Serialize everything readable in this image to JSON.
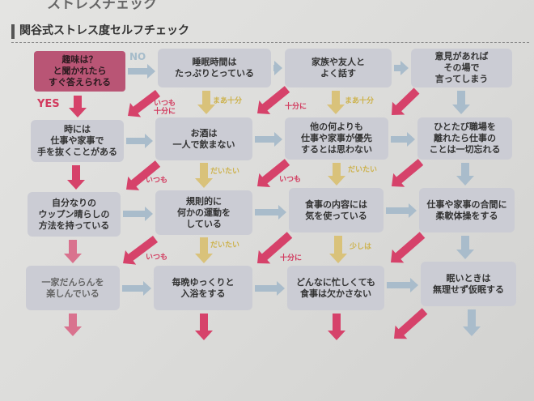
{
  "header": {
    "page_title": "ストレスチェック",
    "section_title": "関谷式ストレス度セルフチェック"
  },
  "nodes": {
    "r1": [
      "趣味は？\nと聞かれたら\nすぐ答えられる",
      "睡眠時間は\nたっぷりとっている",
      "家族や友人と\nよく話す",
      "意見があれば\nその場で\n言ってしまう"
    ],
    "r2": [
      "時には\n仕事や家事で\n手を抜くことがある",
      "お酒は\n一人で飲まない",
      "他の何よりも\n仕事や家事が優先\nするとは思わない",
      "ひとたび職場を\n離れたら仕事の\nことは一切忘れる"
    ],
    "r3": [
      "自分なりの\nウップン晴らしの\n方法を持っている",
      "規則的に\n何かの運動を\nしている",
      "食事の内容には\n気を使っている",
      "仕事や家事の合間に\n柔軟体操をする"
    ],
    "r4": [
      "一家だんらんを\n楽しんでいる",
      "毎晩ゆっくりと\n入浴をする",
      "どんなに忙しくても\n食事は欠かさない",
      "眠いときは\n無理せず仮眠する"
    ]
  },
  "labels": {
    "no": "NO",
    "yes": "YES",
    "r1": {
      "c2_diag": "いつも\n十分に",
      "c2_down": "まあ十分",
      "c3_diag": "十分に",
      "c3_down": "まあ十分"
    },
    "r2": {
      "c2_diag": "いつも",
      "c2_down": "だいたい",
      "c3_diag": "いつも",
      "c3_down": "だいたい"
    },
    "r3": {
      "c2_diag": "いつも",
      "c2_down": "だいたい",
      "c3_diag": "十分に",
      "c3_down": "少しは"
    }
  },
  "colors": {
    "start_box": "#b95575",
    "box": "#cbccd4",
    "red_arrow": "#d6426a",
    "yellow_arrow": "#d9c27a",
    "blue_arrow": "#a9bccb"
  }
}
